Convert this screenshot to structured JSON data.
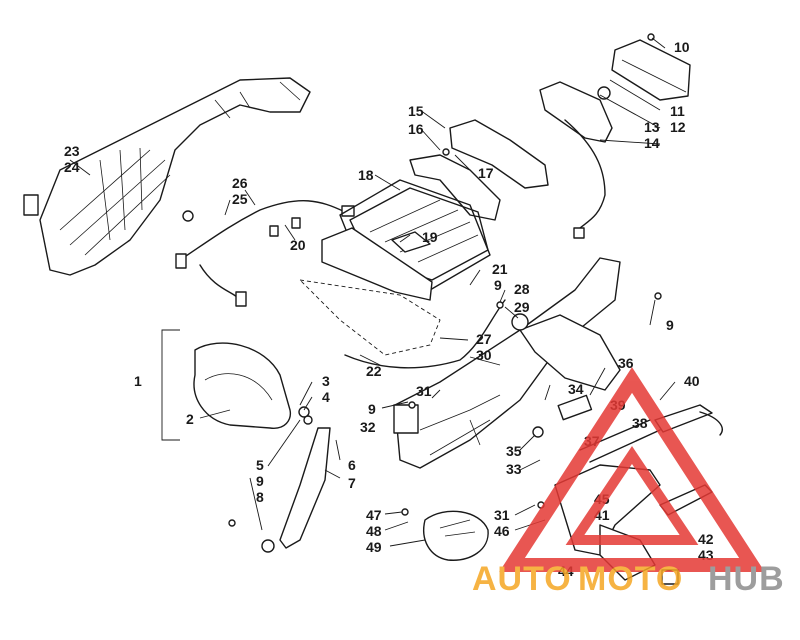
{
  "callouts": {
    "c1": "1",
    "c2": "2",
    "c3": "3",
    "c4": "4",
    "c5": "5",
    "c6": "6",
    "c7": "7",
    "c8": "8",
    "c9a": "9",
    "c9b": "9",
    "c9c": "9",
    "c9d": "9",
    "c10": "10",
    "c11": "11",
    "c12": "12",
    "c13": "13",
    "c14": "14",
    "c15": "15",
    "c16": "16",
    "c17": "17",
    "c18": "18",
    "c19": "19",
    "c20": "20",
    "c21": "21",
    "c22": "22",
    "c23": "23",
    "c24": "24",
    "c25": "25",
    "c26": "26",
    "c27": "27",
    "c28": "28",
    "c29": "29",
    "c30": "30",
    "c31a": "31",
    "c31b": "31",
    "c32": "32",
    "c33": "33",
    "c34": "34",
    "c35": "35",
    "c36": "36",
    "c37": "37",
    "c38": "38",
    "c39": "39",
    "c40": "40",
    "c41": "41",
    "c42": "42",
    "c43": "43",
    "c44": "44",
    "c45": "45",
    "c46": "46",
    "c47": "47",
    "c48": "48",
    "c49": "49"
  },
  "watermark": {
    "text_auto": "AUTO",
    "text_moto": "MOTO",
    "text_hub": "HUB",
    "colors": {
      "red": "#e53935",
      "orange": "#f5a623",
      "gray": "#8c8c8c"
    }
  }
}
